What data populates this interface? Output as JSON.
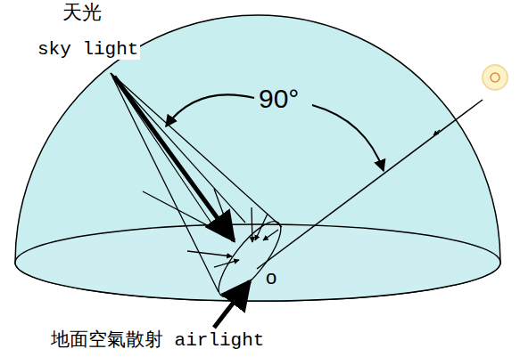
{
  "diagram": {
    "labels": [
      "天光",
      "sky light",
      "90°",
      "o",
      "地面空氣散射 airlight"
    ]
  }
}
